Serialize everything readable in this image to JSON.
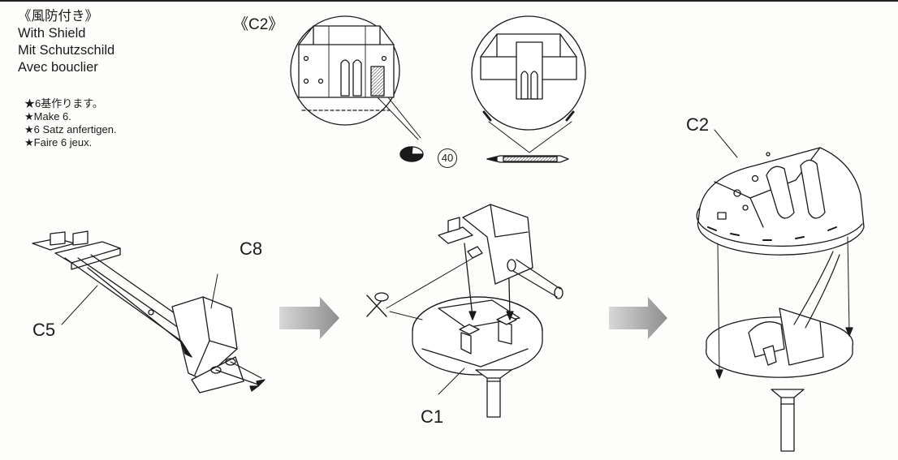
{
  "heading": {
    "japanese": "《風防付き》",
    "english": "With Shield",
    "german": "Mit Schutzschild",
    "french": "Avec bouclier"
  },
  "notes": [
    "★6基作ります。",
    "★Make 6.",
    "★6 Satz anfertigen.",
    "★Faire 6 jeux."
  ],
  "detail_label": "《C2》",
  "paint_ref": "40",
  "parts": {
    "c8": "C8",
    "c5": "C5",
    "c1": "C1",
    "c2": "C2"
  },
  "colors": {
    "ink": "#1a1a1a",
    "paper": "#fdfdfb",
    "arrow_gray": "#9a9a9a"
  },
  "icons": [
    "cut-mark-icon",
    "paint-swatch-icon",
    "knife-icon",
    "step-arrow-icon"
  ]
}
